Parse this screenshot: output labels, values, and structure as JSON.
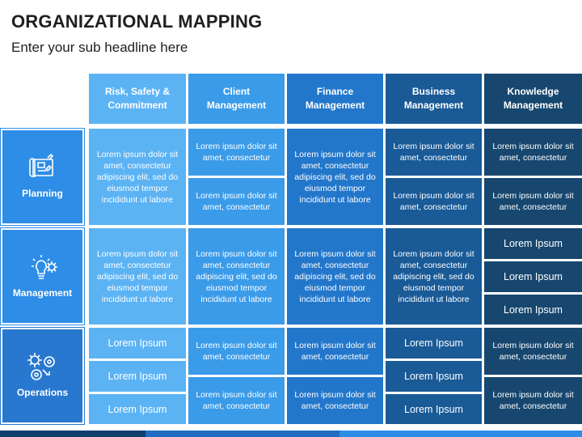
{
  "title": "ORGANIZATIONAL MAPPING",
  "subtitle": "Enter your sub headline here",
  "columns": [
    {
      "label": "Risk, Safety & Commitment"
    },
    {
      "label": "Client Management"
    },
    {
      "label": "Finance Management"
    },
    {
      "label": "Business Management"
    },
    {
      "label": "Knowledge Management"
    }
  ],
  "rows": [
    {
      "label": "Planning",
      "icon": "blueprint-icon"
    },
    {
      "label": "Management",
      "icon": "idea-gear-icon"
    },
    {
      "label": "Operations",
      "icon": "gears-icon"
    }
  ],
  "text": {
    "long": "Lorem ipsum dolor sit amet, consectetur adipiscing elit, sed do eiusmod tempor incididunt ut labore",
    "short": "Lorem ipsum dolor sit amet, consectetur",
    "ipsum": "Lorem Ipsum"
  },
  "colors": {
    "row_header": "#2e8de6",
    "col1": "#5cb3f4",
    "col2": "#3a9be9",
    "col3": "#2377cb",
    "col4": "#195a97",
    "col5": "#17476f"
  }
}
